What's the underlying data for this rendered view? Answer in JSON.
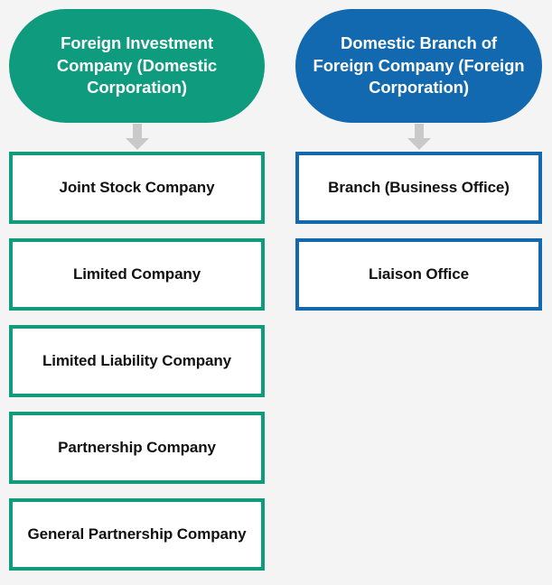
{
  "diagram": {
    "background_color": "#f5f4f4",
    "arrow_color": "#c9c9c9",
    "columns": [
      {
        "id": "foreign-investment-company",
        "accent_color": "#0f9b7e",
        "header": "Foreign Investment Company (Domestic Corporation)",
        "arrow_icon": "arrow-down-icon",
        "items": [
          {
            "label": "Joint Stock Company"
          },
          {
            "label": "Limited Company"
          },
          {
            "label": "Limited Liability Company"
          },
          {
            "label": "Partnership Company"
          },
          {
            "label": "General Partnership Company"
          }
        ]
      },
      {
        "id": "domestic-branch-of-foreign-company",
        "accent_color": "#1269b0",
        "header": "Domestic Branch of Foreign Company (Foreign Corporation)",
        "arrow_icon": "arrow-down-icon",
        "items": [
          {
            "label": "Branch (Business Office)"
          },
          {
            "label": "Liaison Office"
          }
        ]
      }
    ]
  }
}
